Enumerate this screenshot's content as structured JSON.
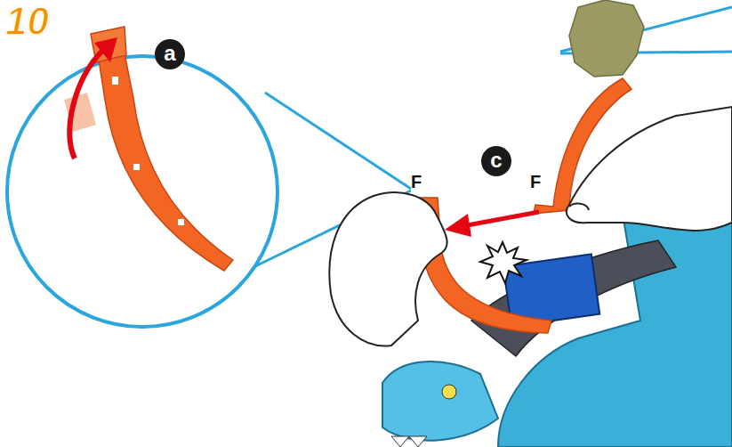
{
  "diagram": {
    "labels": [
      "10",
      "a",
      "c",
      "F",
      "F"
    ]
  }
}
